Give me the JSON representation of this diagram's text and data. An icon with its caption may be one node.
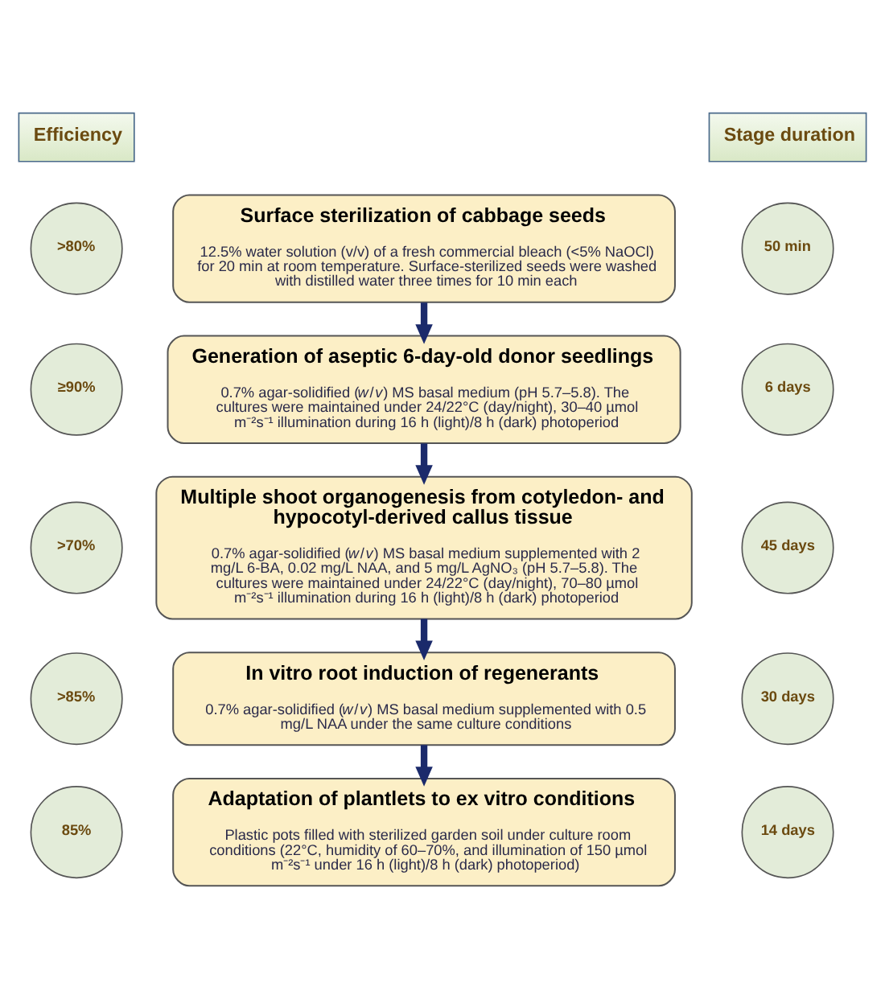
{
  "diagram": {
    "nodes": [
      {
        "text": [
          "Efficiency"
        ]
      },
      {
        "text": [
          "Stage duration"
        ]
      },
      {
        "text": [
          ">80%"
        ]
      },
      {
        "text": [
          "Surface sterilization of cabbage seeds",
          "12.5% water solution (v/v) of a fresh commercial bleach (<5% NaOCl) for 20 min at room temperature. Surface-sterilized seeds were washed with distilled water three times for 10 min each"
        ]
      },
      {
        "text": [
          "50 min"
        ]
      },
      {
        "text": [
          "≥90%"
        ]
      },
      {
        "text": [
          "Generation of aseptic 6-day-old donor seedlings",
          "0.7% agar-solidified (*w*/*v*) MS basal medium (pH 5.7–5.8). The cultures were maintained under 24/22°C (day/night), 30–40 µmol m⁻²s⁻¹ illumination during 16 h (light)/8 h (dark) photoperiod"
        ]
      },
      {
        "text": [
          "6 days"
        ]
      },
      {
        "text": [
          ">70%"
        ]
      },
      {
        "text": [
          "Multiple shoot organogenesis from cotyledon- and hypocotyl-derived callus tissue",
          "0.7% agar-solidified (*w*/*v*) MS basal medium supplemented with 2 mg/L 6-BA, 0.02 mg/L NAA, and 5 mg/L AgNO₃ (pH 5.7–5.8). The cultures were maintained under 24/22°C (day/night), 70–80 µmol m⁻²s⁻¹ illumination during 16 h (light)/8 h (dark) photoperiod"
        ]
      },
      {
        "text": [
          "45 days"
        ]
      },
      {
        "text": [
          ">85%"
        ]
      },
      {
        "text": [
          "In vitro root induction of regenerants",
          "0.7% agar-solidified (*w*/*v*) MS basal medium supplemented with 0.5 mg/L NAA under the same culture conditions"
        ]
      },
      {
        "text": [
          "30 days"
        ]
      },
      {
        "text": [
          "85%"
        ]
      },
      {
        "text": [
          "Adaptation of plantlets to ex vitro conditions",
          "Plastic pots filled with sterilized garden soil under culture room conditions (22°C, humidity of 60–70%, and illumination of 150 µmol m⁻²s⁻¹ under 16 h (light)/8 h (dark) photoperiod)"
        ]
      },
      {
        "text": [
          "14 days"
        ]
      }
    ],
    "edges": [
      {
        "from": 3,
        "to": 6,
        "arrow": "to"
      },
      {
        "from": 6,
        "to": 9,
        "arrow": "to"
      },
      {
        "from": 9,
        "to": 12,
        "arrow": "to"
      },
      {
        "from": 12,
        "to": 15,
        "arrow": "to"
      }
    ]
  }
}
